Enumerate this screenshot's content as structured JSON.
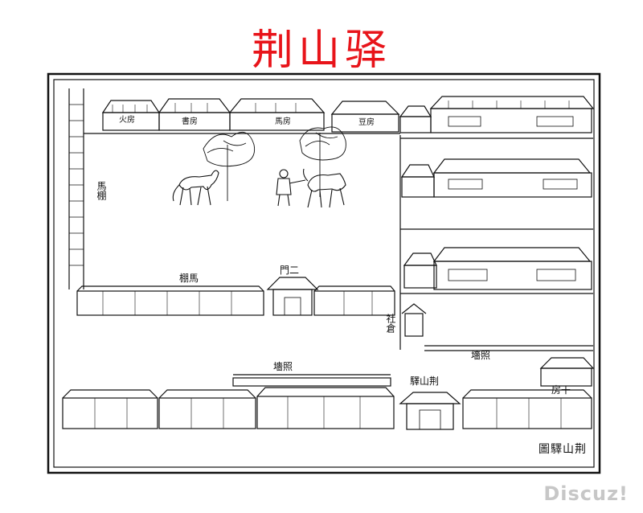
{
  "title": "荆山驿",
  "colors": {
    "title": "#e8141a",
    "ink": "#111111",
    "watermark": "#c7c7c7"
  },
  "labels": {
    "horse_shed_left": "馬棚",
    "horse_shed_bottom": "棚馬",
    "second_gate": "門二",
    "shecang": "社倉",
    "screen_wall_right": "墻照",
    "screen_wall_center": "墻照",
    "gate_sign": "驛山荆",
    "fang_right": "房干",
    "room_a": "火房",
    "room_b": "書房",
    "room_c": "馬房",
    "room_d": "豆房"
  },
  "caption": "圖驛山荆",
  "watermark": "Discuz!"
}
